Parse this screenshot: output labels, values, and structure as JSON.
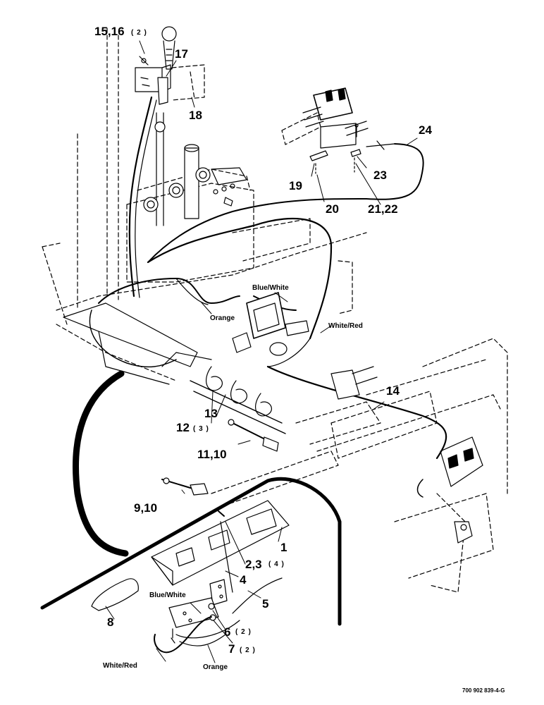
{
  "callouts": {
    "c15_16": "15,16",
    "c15_16_qty": "( 2 )",
    "c17": "17",
    "c18": "18",
    "c24": "24",
    "c19": "19",
    "c23": "23",
    "c20": "20",
    "c21_22": "21,22",
    "c14": "14",
    "c13": "13",
    "c12": "12",
    "c12_qty": "( 3 )",
    "c11_10": "11,10",
    "c9_10": "9,10",
    "c1": "1",
    "c2_3": "2,3",
    "c2_3_qty": "( 4 )",
    "c4": "4",
    "c5": "5",
    "c6": "6",
    "c6_qty": "( 2 )",
    "c7": "7",
    "c7_qty": "( 2 )",
    "c8": "8"
  },
  "wire_labels": {
    "blue_white_main": "Blue/White",
    "orange_main": "Orange",
    "white_red_main": "White/Red",
    "blue_white_inset": "Blue/White",
    "white_red_inset": "White/Red",
    "orange_inset": "Orange"
  },
  "drawing_number": "700 902 839-4-G"
}
